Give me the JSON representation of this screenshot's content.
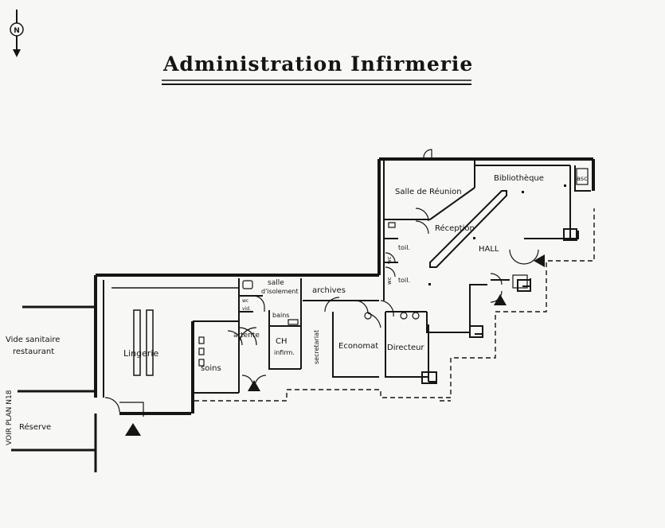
{
  "title": "Administration  Infirmerie",
  "compass": {
    "letter": "N"
  },
  "side_labels": {
    "vide_sanitaire": "Vide sanitaire",
    "restaurant": "restaurant",
    "reserve": "Réserve",
    "voir_plan": "VOIR PLAN N18"
  },
  "rooms": {
    "lingerie": "Lingerie",
    "soins": "soins",
    "attente": "attente",
    "salle_isolement_1": "salle",
    "salle_isolement_2": "d'isolement",
    "bains": "bains",
    "ch_infirm_1": "CH",
    "ch_infirm_2": "infirm.",
    "archives": "archives",
    "secretariat": "secretariat",
    "economat": "Economat",
    "directeur": "Directeur",
    "salle_reunion": "Salle de Réunion",
    "reception": "Réception",
    "hall": "HALL",
    "bibliotheque": "Bibliothèque",
    "asc": "asc",
    "toil_1": "toil.",
    "toil_2": "toil.",
    "wc_1": "wc",
    "wc_2": "wc",
    "wc_small": "wc",
    "vid": "vid."
  }
}
